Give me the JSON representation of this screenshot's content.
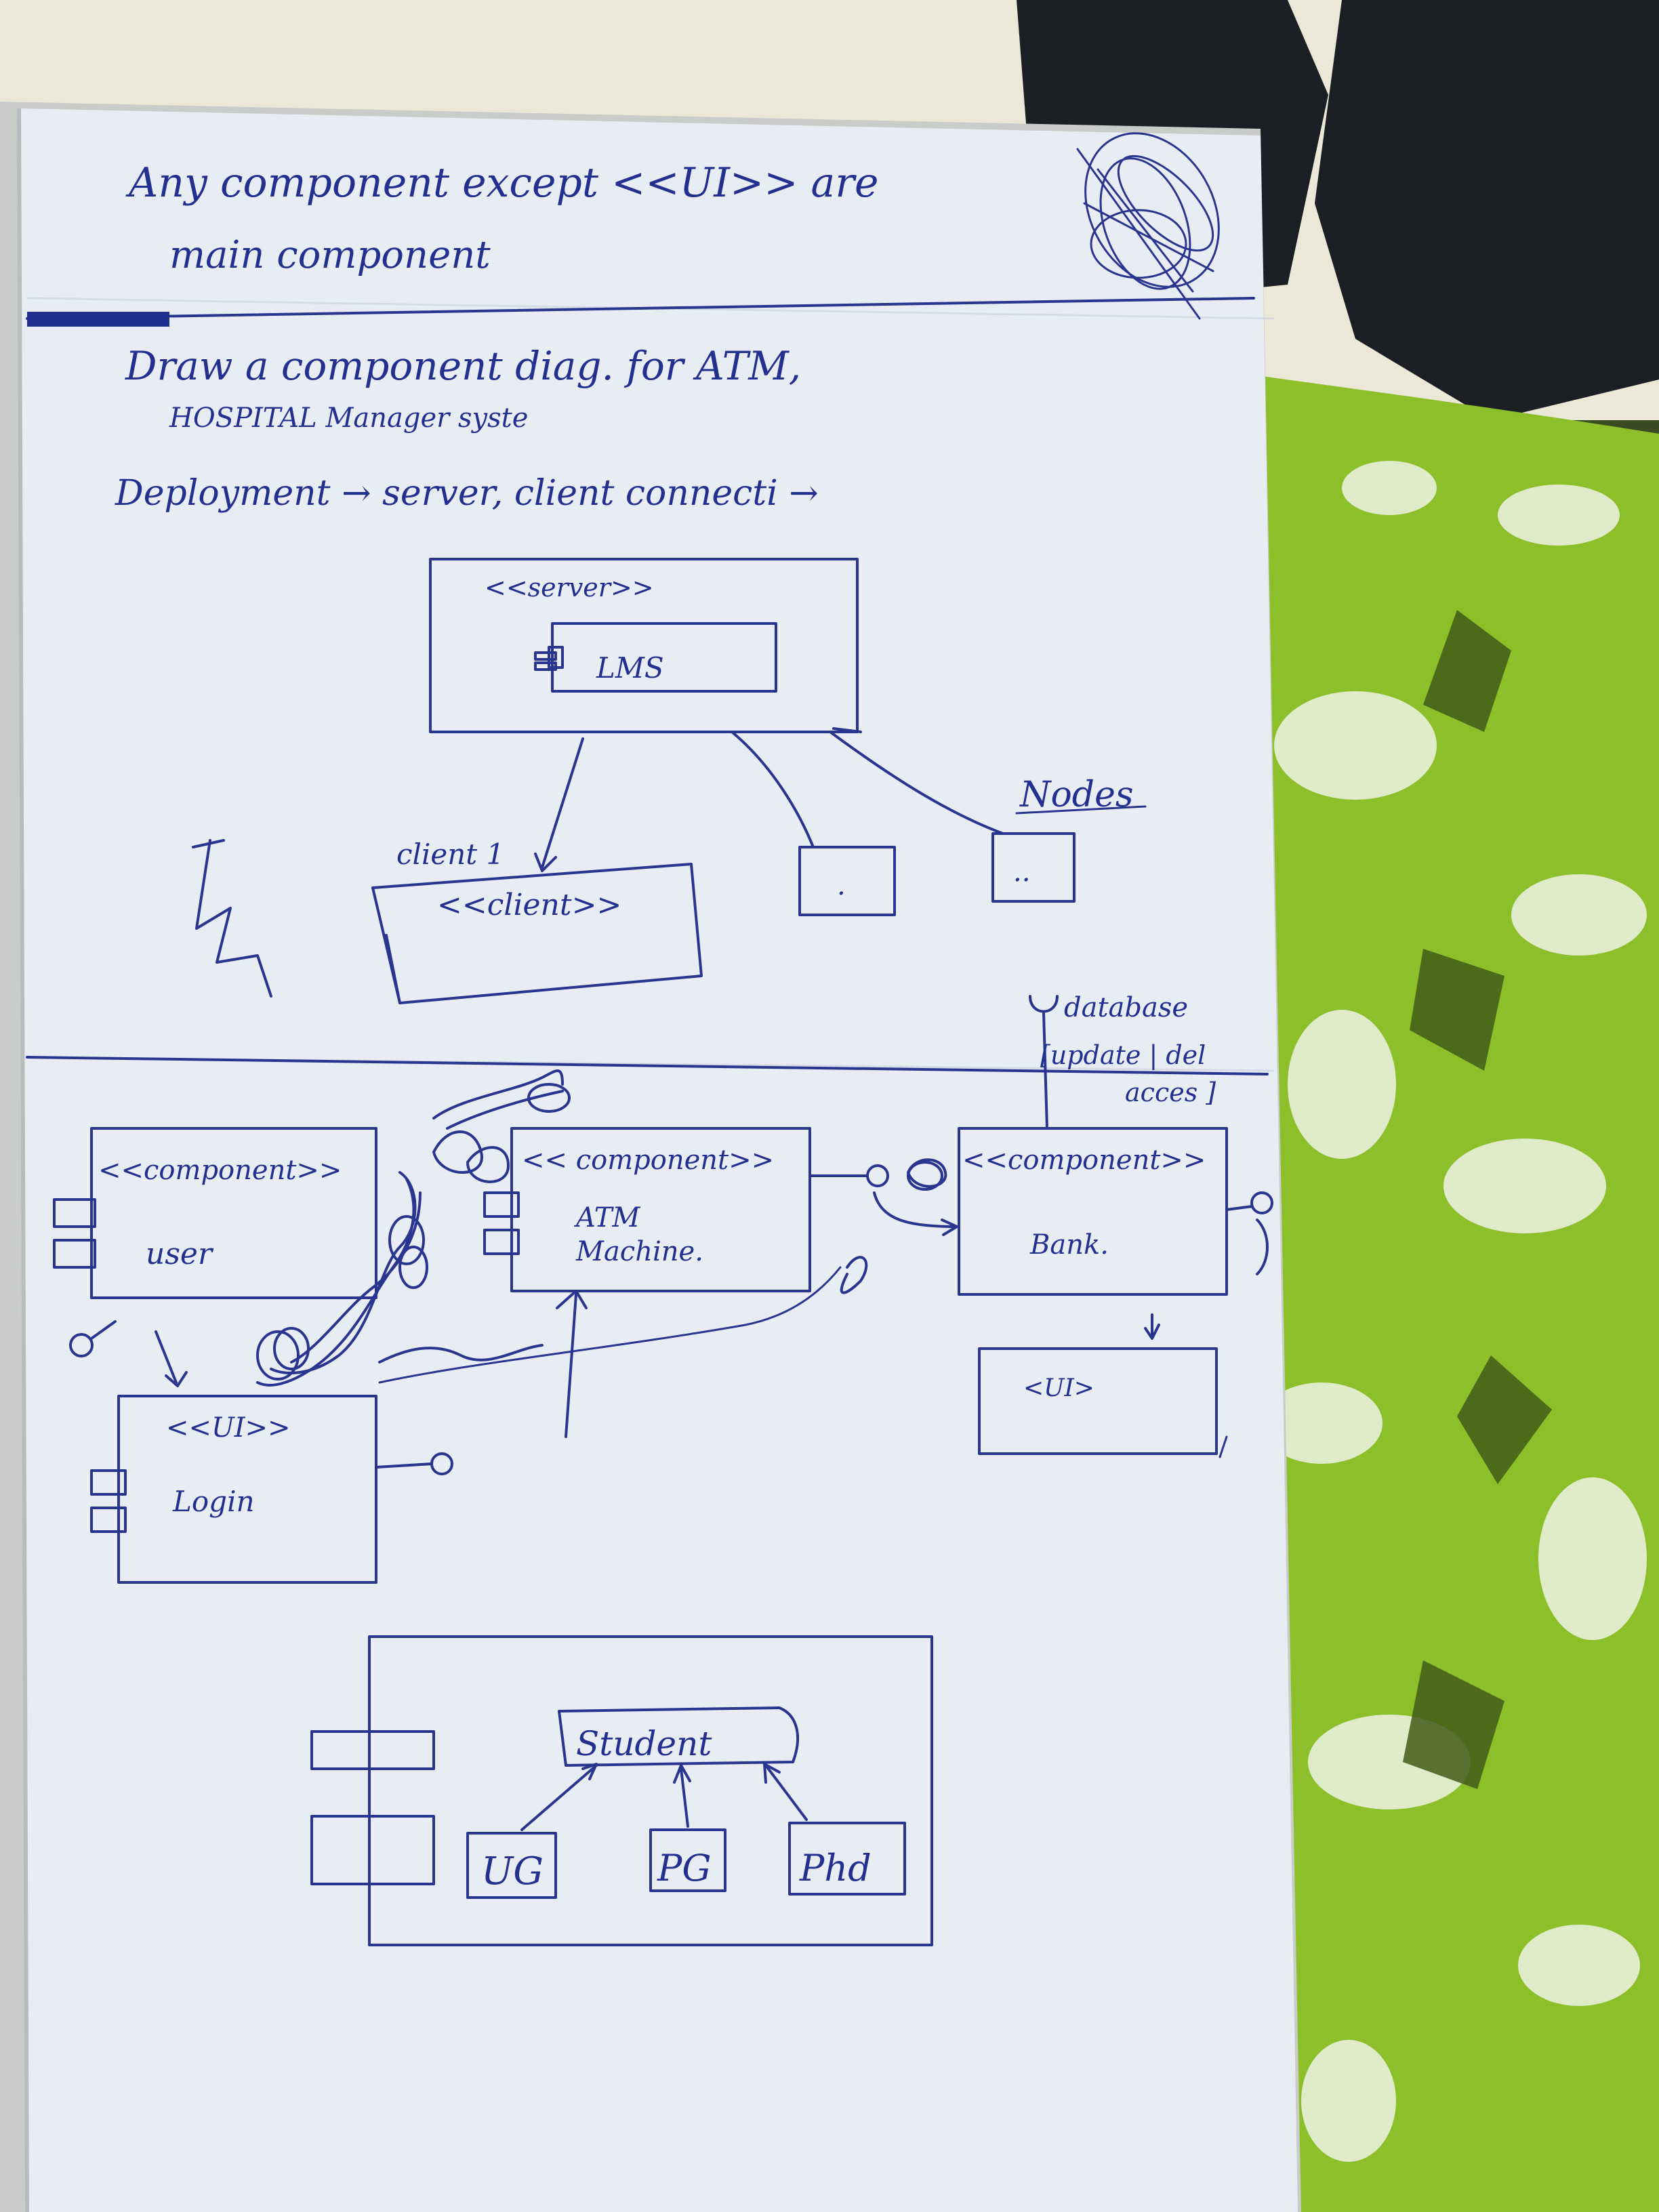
{
  "colors": {
    "ink": "#23308f",
    "paper": "#e8edf3",
    "cloth_green": "#8cbf2a",
    "cloth_dark": "#3f5a18",
    "bedsheet": "#ece8d8",
    "slipper": "#1b1f24"
  },
  "notes": {
    "line1": "Any component except <<UI>> are",
    "line2": "main component",
    "line3": "Draw a component diag. for ATM,",
    "line4": "HOSPITAL Manager syste",
    "line5": "Deployment → server, client connecti →"
  },
  "deployment": {
    "server_stereotype": "<<server>>",
    "server_component": "LMS",
    "client_name": "client 1",
    "client_stereotype": "<<client>>",
    "node_small_1": ".",
    "node_small_2": "..",
    "nodes_label": "Nodes"
  },
  "atm": {
    "user_stereotype": "<<component>>",
    "user_name": "user",
    "atm_stereotype": "<< component>>",
    "atm_name_1": "ATM",
    "atm_name_2": "Machine.",
    "bank_stereotype": "<<component>>",
    "bank_name": "Bank.",
    "db_label_1": "database",
    "db_label_2": "[update | del",
    "db_label_3": "acces ]",
    "ui_box": "<UI>",
    "login_stereotype": "<<UI>>",
    "login_name": "Login"
  },
  "hospital": {
    "parent": "Student",
    "child_1": "UG",
    "child_2": "PG",
    "child_3": "Phd"
  },
  "icons": [
    "component-icon",
    "interface-lollipop-icon",
    "socket-icon",
    "scribble-icon"
  ]
}
